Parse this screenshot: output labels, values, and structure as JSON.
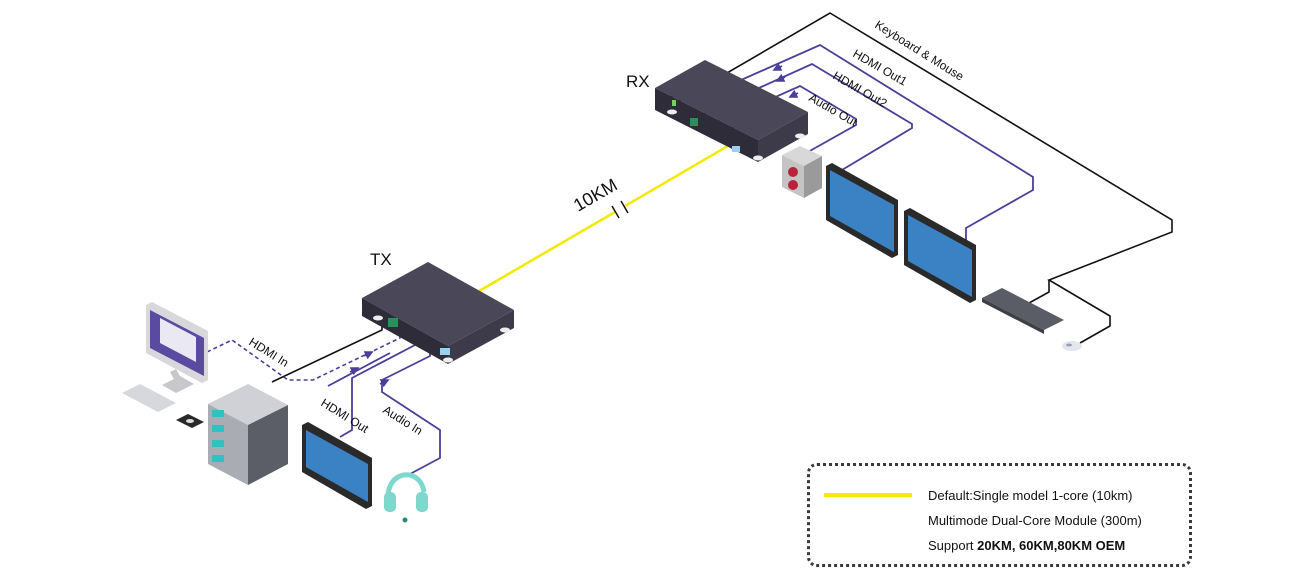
{
  "labels": {
    "rx": "RX",
    "tx": "TX",
    "fiber": "10KM",
    "keyboard_mouse": "Keyboard & Mouse",
    "hdmi_out1": "HDMI Out1",
    "hdmi_out2": "HDMI Out2",
    "audio_out": "Audio Out",
    "hdmi_in": "HDMI In",
    "hdmi_out": "HDMI Out",
    "audio_in": "Audio In"
  },
  "legend": {
    "line1": "Default:Single model 1-core (10km)",
    "line2": "Multimode Dual-Core Module (300m)",
    "line3_prefix": "Support ",
    "line3_bold": "20KM, 60KM,80KM OEM"
  },
  "colors": {
    "fiber": "#f2ea00",
    "signal_line": "#4b3f99",
    "usb_line": "#111111",
    "device_body": "#3d3b4a",
    "screen": "#3b82c4"
  }
}
